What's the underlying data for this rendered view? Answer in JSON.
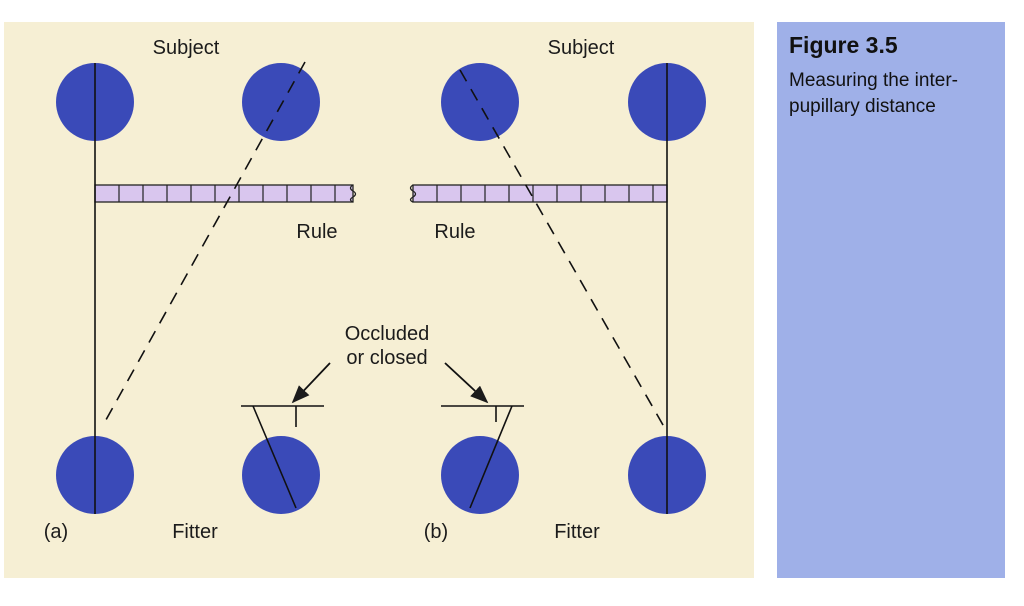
{
  "diagram": {
    "subject_left": "Subject",
    "subject_right": "Subject",
    "rule_left": "Rule",
    "rule_right": "Rule",
    "occluded_line1": "Occluded",
    "occluded_line2": "or closed",
    "label_a": "(a)",
    "label_b": "(b)",
    "fitter_left": "Fitter",
    "fitter_right": "Fitter"
  },
  "caption": {
    "title": "Figure 3.5",
    "text": "Measuring the inter-pupillary distance"
  },
  "colors": {
    "pupil": "#3a4ab8",
    "rule_fill": "#d9c6ee",
    "panel_bg": "#f6efd4",
    "caption_bg": "#9fb0e8"
  }
}
